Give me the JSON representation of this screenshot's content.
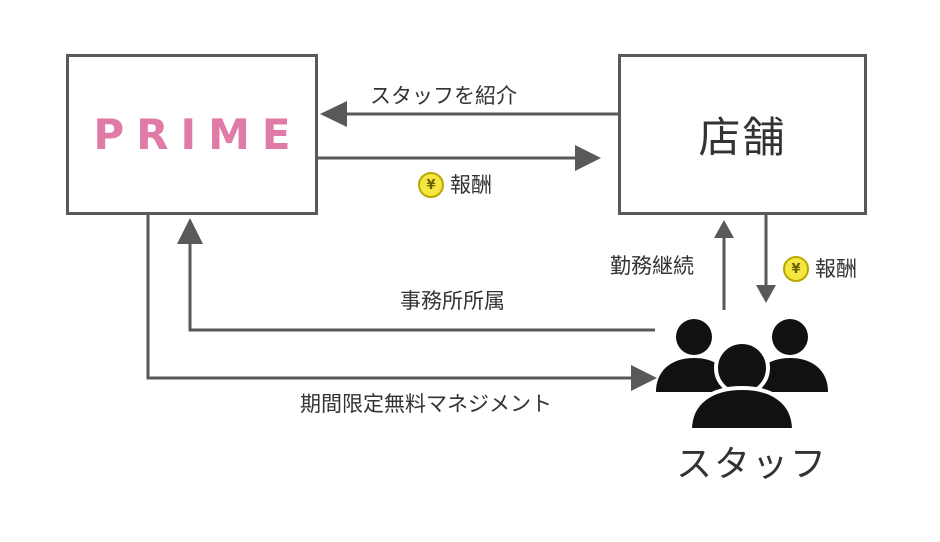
{
  "nodes": {
    "prime": {
      "logo_text": "PRIME",
      "logo_color": "#e07aa6"
    },
    "store": {
      "label": "店舗"
    },
    "staff": {
      "label": "スタッフ"
    }
  },
  "edges": {
    "introduce_staff": "スタッフを紹介",
    "fee_to_prime": "報酬",
    "continued_work": "勤務継続",
    "fee_to_staff": "報酬",
    "office_affiliation": "事務所所属",
    "free_management": "期間限定無料マネジメント"
  },
  "icons": {
    "coin": "yen-coin-icon",
    "coin_symbol": "¥",
    "staff": "people-group-icon"
  },
  "colors": {
    "line": "#595959",
    "coin_fill": "#f5e642",
    "people": "#111111"
  }
}
